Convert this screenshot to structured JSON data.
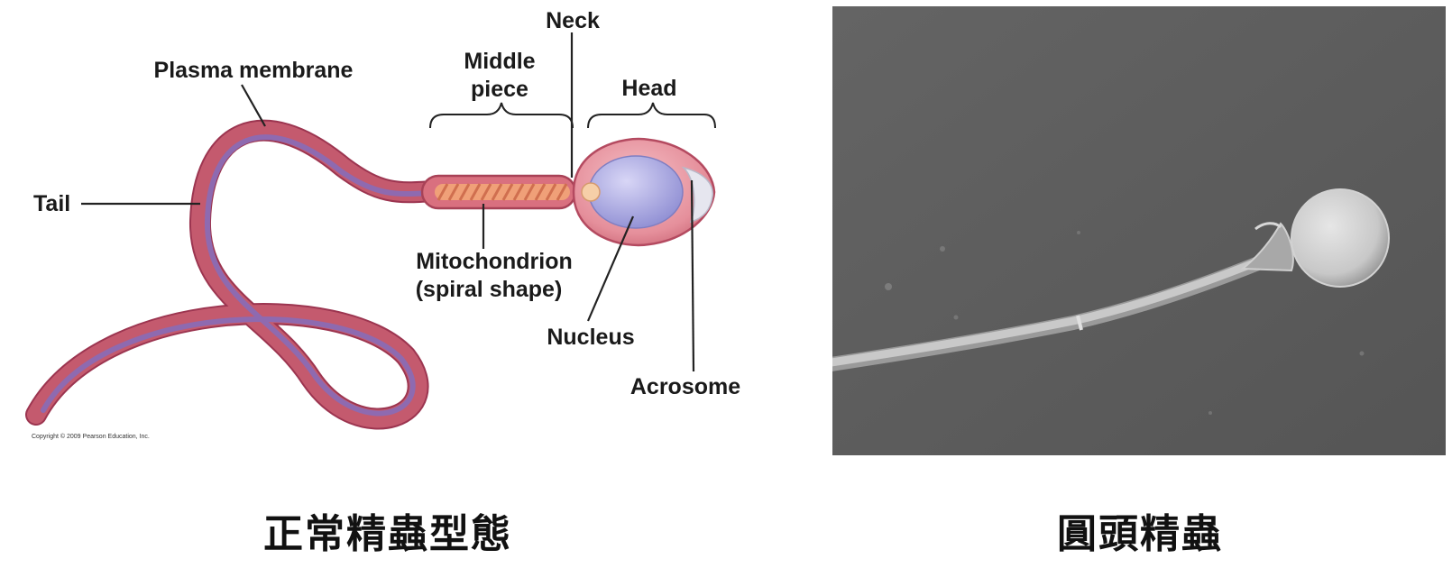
{
  "left_panel": {
    "labels": {
      "neck": "Neck",
      "plasma_membrane": "Plasma membrane",
      "middle_piece_line1": "Middle",
      "middle_piece_line2": "piece",
      "head": "Head",
      "tail": "Tail",
      "mitochondrion_line1": "Mitochondrion",
      "mitochondrion_line2": "(spiral shape)",
      "nucleus": "Nucleus",
      "acrosome": "Acrosome"
    },
    "copyright": "Copyright © 2009 Pearson Education, Inc.",
    "caption": "正常精蟲型態"
  },
  "right_panel": {
    "caption": "圓頭精蟲"
  },
  "colors": {
    "membrane": "#b8485e",
    "tail_inner": "#8e6ab0",
    "head_fill": "#e79aa4",
    "nucleus": "#a9a8e2",
    "mitochondria": "#f3a87a",
    "micrograph_bg": "#5d5d5d"
  }
}
